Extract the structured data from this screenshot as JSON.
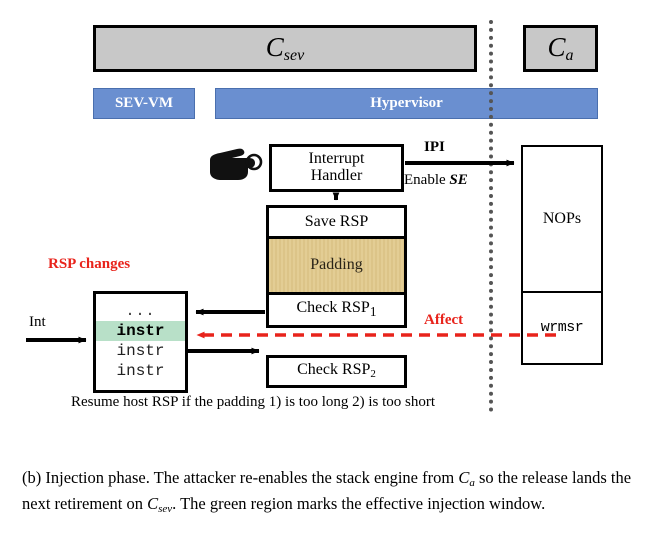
{
  "figure": {
    "contexts": [
      {
        "id": "csev",
        "label": "C",
        "sub": "sev"
      },
      {
        "id": "ca",
        "label": "C",
        "sub": "a"
      }
    ],
    "layers": [
      {
        "id": "sev-vm",
        "label": "SEV-VM"
      },
      {
        "id": "hypervisor",
        "label": "Hypervisor"
      }
    ],
    "boxes": {
      "interrupt_handler": "Interrupt\nHandler",
      "interrupt_handler_line1": "Interrupt",
      "interrupt_handler_line2": "Handler",
      "save_rsp": "Save RSP",
      "padding": "Padding",
      "check_rsp_1": "Check RSP",
      "check_rsp_1_sub": "1",
      "check_rsp_2": "Check RSP",
      "check_rsp_2_sub": "2",
      "nops": "NOPs",
      "wrmsr": "wrmsr"
    },
    "instruction_box": {
      "title": "RSP changes",
      "lines": [
        {
          "text": "...",
          "highlight": false,
          "bold": false
        },
        {
          "text": "instr",
          "highlight": true,
          "bold": true
        },
        {
          "text": "instr",
          "highlight": false,
          "bold": false
        },
        {
          "text": "instr",
          "highlight": false,
          "bold": false
        }
      ]
    },
    "labels": {
      "int": "Int",
      "ipi": "IPI",
      "enable": "Enable",
      "enable_em": "SE",
      "affect": "Affect",
      "resume": "Resume host RSP if the padding 1) is too long 2)  is too short"
    },
    "colors": {
      "context_fill": "#c8c8c8",
      "layer_fill": "#6a8fd0",
      "padding_fill": "#e0c88a",
      "highlight_green": "#b8e0c8",
      "accent_red": "#e8231b",
      "divider_gray": "#555555"
    }
  },
  "caption": {
    "prefix": "(b)",
    "s1": "Injection phase. The attacker re-enables the stack engine from",
    "c_a": "C",
    "c_a_sub": "a",
    "s2": "so the release lands the next retirement on",
    "c_sev": "C",
    "c_sev_sub": "sev",
    "s3": ". The green region marks the effective injection window."
  }
}
